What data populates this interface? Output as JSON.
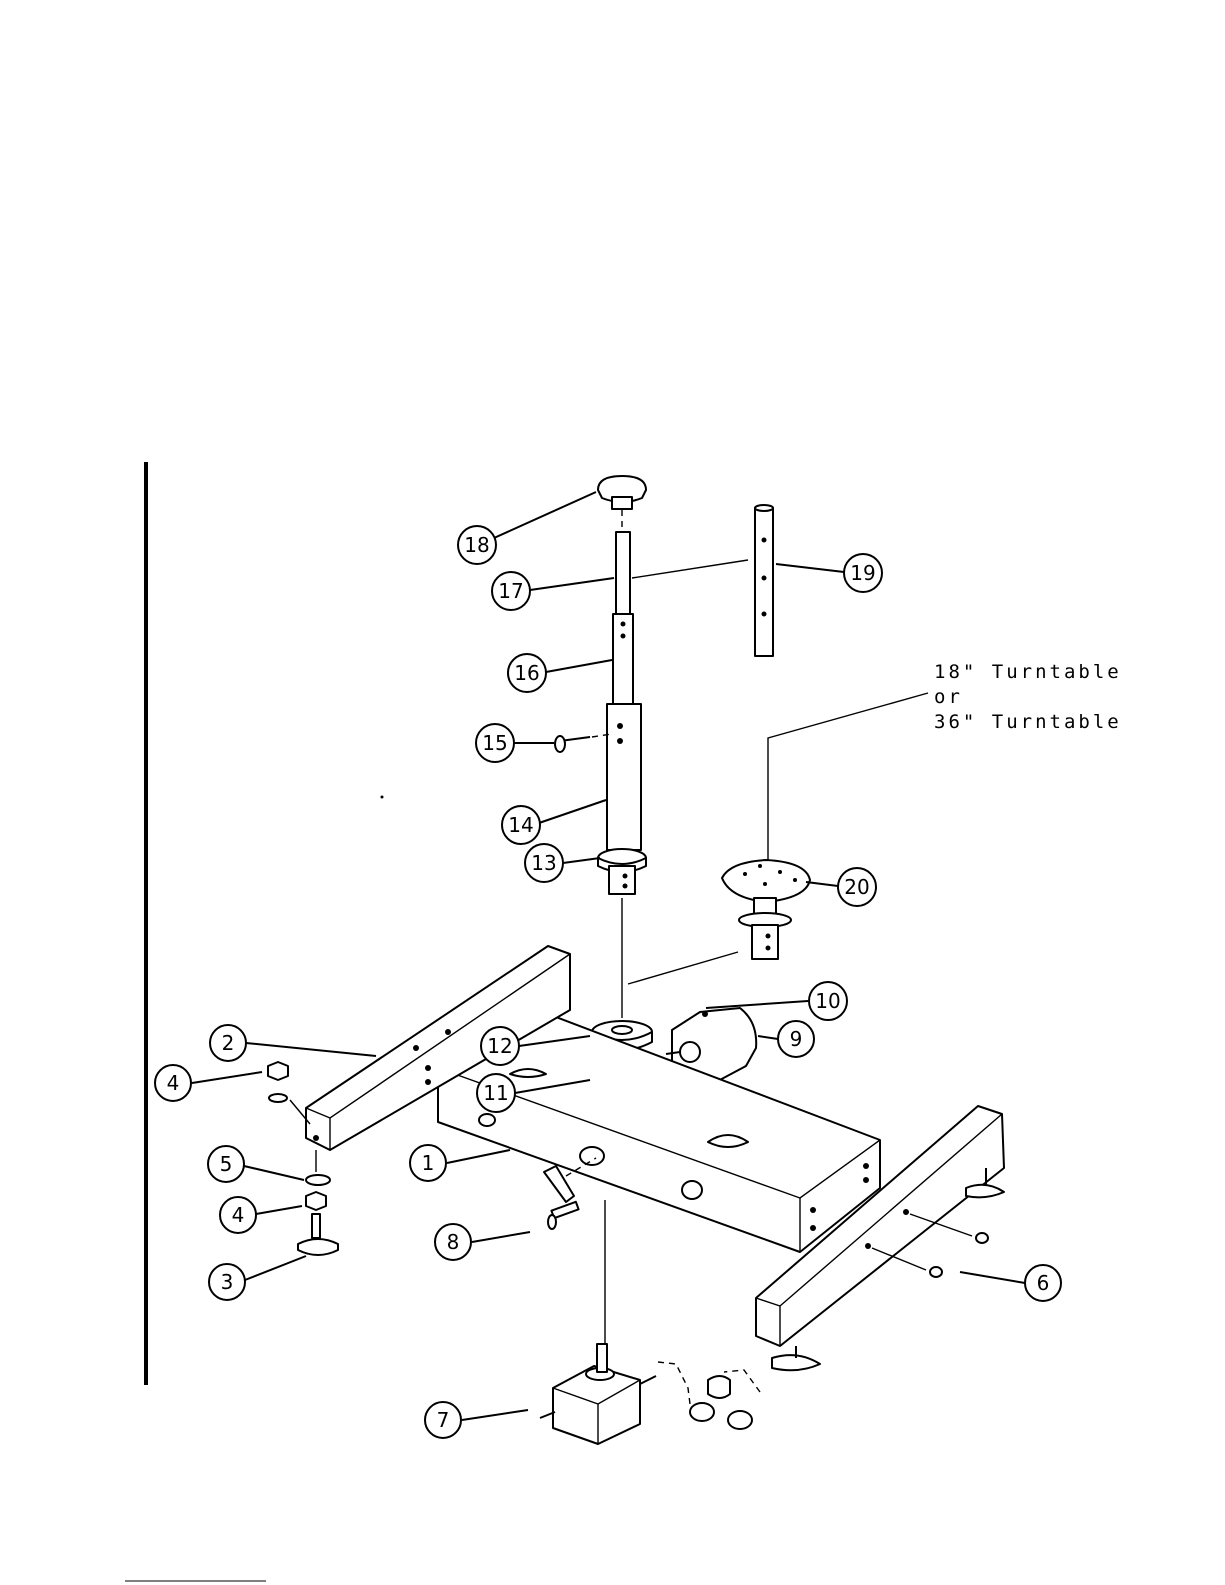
{
  "note": {
    "line1": "18\" Turntable",
    "line2": "or",
    "line3": "36\" Turntable"
  },
  "callouts": [
    {
      "label": "1"
    },
    {
      "label": "2"
    },
    {
      "label": "3"
    },
    {
      "label": "4"
    },
    {
      "label": "4"
    },
    {
      "label": "5"
    },
    {
      "label": "6"
    },
    {
      "label": "7"
    },
    {
      "label": "8"
    },
    {
      "label": "9"
    },
    {
      "label": "10"
    },
    {
      "label": "11"
    },
    {
      "label": "12"
    },
    {
      "label": "13"
    },
    {
      "label": "14"
    },
    {
      "label": "15"
    },
    {
      "label": "16"
    },
    {
      "label": "17"
    },
    {
      "label": "18"
    },
    {
      "label": "19"
    },
    {
      "label": "20"
    }
  ]
}
